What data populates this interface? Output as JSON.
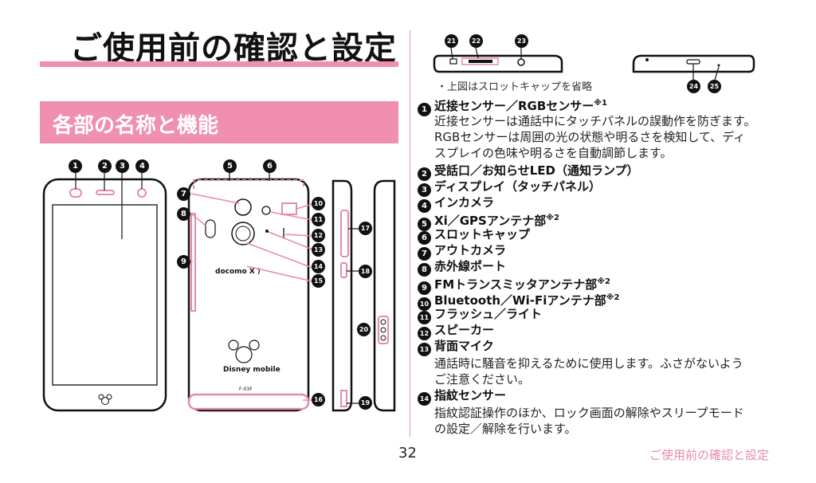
{
  "page_title": "ご使用前の確認と設定",
  "section_title": "各部の名称と機能",
  "caption": "・上図はスロットキャップを省略",
  "diagram": {
    "brand_docomo": "docomo X ⟩",
    "brand_disney": "Disney mobile",
    "model": "F-03F"
  },
  "items": [
    {
      "num": "1",
      "label": "近接センサー／RGBセンサー",
      "note": "※1",
      "desc": [
        "近接センサーは通話中にタッチパネルの誤動作を防ぎます。",
        "RGBセンサーは周囲の光の状態や明るさを検知して、ディ",
        "スプレイの色味や明るさを自動調節します。"
      ]
    },
    {
      "num": "2",
      "label": "受話口／お知らせLED（通知ランプ）",
      "note": ""
    },
    {
      "num": "3",
      "label": "ディスプレイ（タッチパネル）",
      "note": ""
    },
    {
      "num": "4",
      "label": "インカメラ",
      "note": ""
    },
    {
      "num": "5",
      "label": "Xi／GPSアンテナ部",
      "note": "※2"
    },
    {
      "num": "6",
      "label": "スロットキャップ",
      "note": ""
    },
    {
      "num": "7",
      "label": "アウトカメラ",
      "note": ""
    },
    {
      "num": "8",
      "label": "赤外線ポート",
      "note": ""
    },
    {
      "num": "9",
      "label": "FMトランスミッタアンテナ部",
      "note": "※2"
    },
    {
      "num": "10",
      "label": "Bluetooth／Wi-Fiアンテナ部",
      "note": "※2"
    },
    {
      "num": "11",
      "label": "フラッシュ／ライト",
      "note": ""
    },
    {
      "num": "12",
      "label": "スピーカー",
      "note": ""
    },
    {
      "num": "13",
      "label": "背面マイク",
      "note": "",
      "desc": [
        "通話時に騒音を抑えるために使用します。ふさがないよう",
        "ご注意ください。"
      ]
    },
    {
      "num": "14",
      "label": "指紋センサー",
      "note": "",
      "desc": [
        "指紋認証操作のほか、ロック画面の解除やスリープモード",
        "の設定／解除を行います。"
      ]
    }
  ],
  "callouts": {
    "c1": "1",
    "c2": "2",
    "c3": "3",
    "c4": "4",
    "c5": "5",
    "c6": "6",
    "c7": "7",
    "c8": "8",
    "c9": "9",
    "c10": "10",
    "c11": "11",
    "c12": "12",
    "c13": "13",
    "c14": "14",
    "c15": "15",
    "c16": "16",
    "c17": "17",
    "c18": "18",
    "c19": "19",
    "c20": "20",
    "c21": "21",
    "c22": "22",
    "c23": "23",
    "c24": "24",
    "c25": "25"
  },
  "page_number": "32",
  "footer": "ご使用前の確認と設定",
  "colors": {
    "accent": "#f08fb0",
    "text": "#111111"
  }
}
